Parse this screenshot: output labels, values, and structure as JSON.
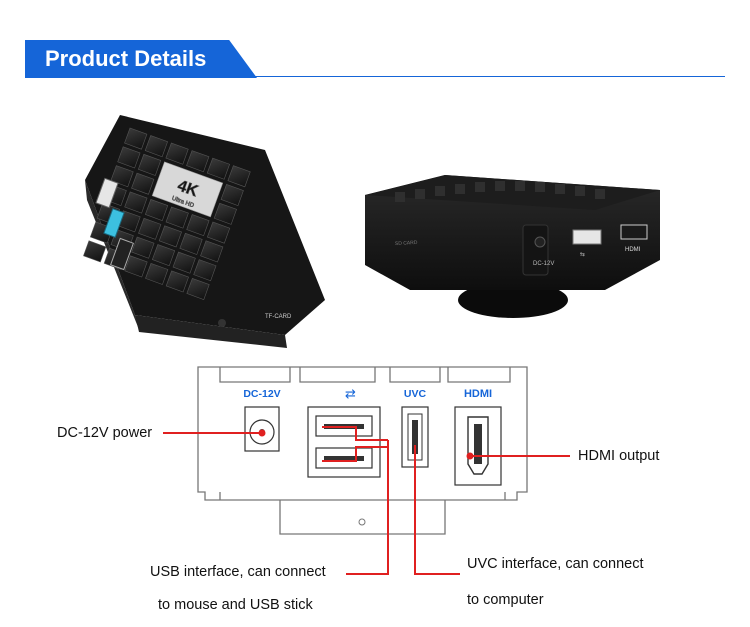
{
  "header": {
    "title": "Product Details"
  },
  "photo_left": {
    "badge_4k": "4K",
    "badge_ultrahd": "Ultra HD",
    "port_label": "TF-CARD"
  },
  "photo_right": {
    "sd_label": "SD CARD",
    "dc_label": "DC-12V",
    "hdmi_label": "HDMI"
  },
  "diagram": {
    "port_dc_label": "DC-12V",
    "port_uvc_label": "UVC",
    "port_hdmi_label": "HDMI"
  },
  "callouts": {
    "dc_power": "DC-12V power",
    "hdmi_output": "HDMI output",
    "usb_line1": "USB interface, can connect",
    "usb_line2": "to mouse and USB stick",
    "uvc_line1": "UVC interface, can connect",
    "uvc_line2": "to computer"
  },
  "colors": {
    "accent": "#1565d8",
    "callout_red": "#e02020",
    "device_black": "#1b1b1b"
  }
}
